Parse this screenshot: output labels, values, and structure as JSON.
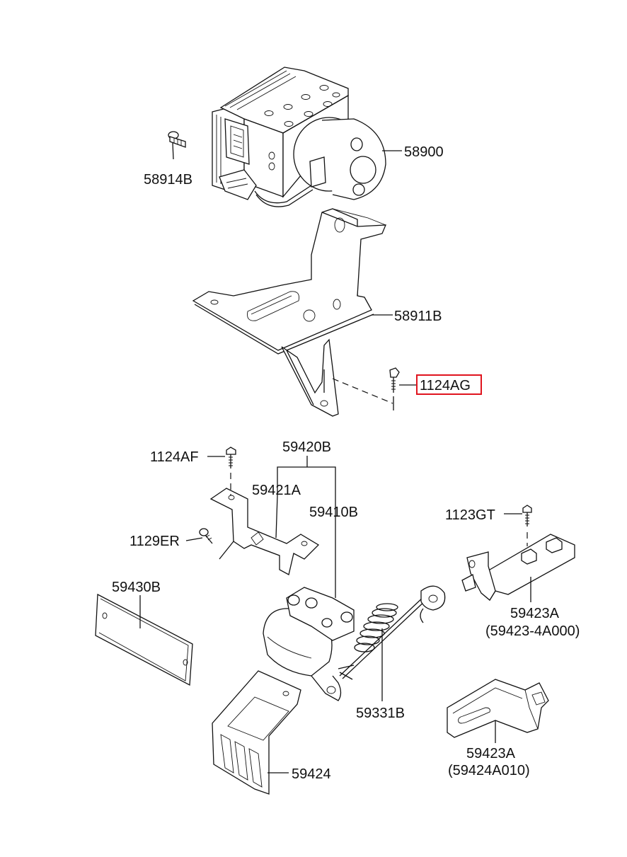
{
  "labels": {
    "p58900": "58900",
    "p58914B": "58914B",
    "p58911B": "58911B",
    "p1124AG": "1124AG",
    "p1124AF": "1124AF",
    "p59420B": "59420B",
    "p59421A": "59421A",
    "p59410B": "59410B",
    "p1129ER": "1129ER",
    "p1123GT": "1123GT",
    "p59430B": "59430B",
    "p59423A_1": "59423A",
    "p59423A_1_sub": "(59423-4A000)",
    "p59331B": "59331B",
    "p59423A_2": "59423A",
    "p59423A_2_sub": "(59424A010)",
    "p59424": "59424"
  },
  "highlight": {
    "part": "1124AG",
    "color": "#e0141e"
  }
}
